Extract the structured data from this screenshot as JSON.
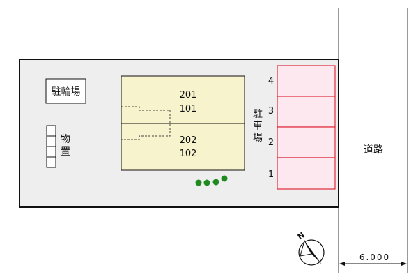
{
  "labels": {
    "bicycle_parking": "駐輪場",
    "storage_chars": [
      "物",
      "置"
    ],
    "parking_chars": [
      "駐",
      "車",
      "場"
    ],
    "road": "道路",
    "road_width": "6.000",
    "north": "N"
  },
  "building": {
    "units_upper": [
      "201",
      "101"
    ],
    "units_lower": [
      "202",
      "102"
    ]
  },
  "parking_spaces": [
    "4",
    "3",
    "2",
    "1"
  ],
  "colors": {
    "lot_fill": "#eeeeee",
    "building_fill": "#f7f4cd",
    "parking_fill": "#fde8ef",
    "parking_stroke": "#e0293a",
    "shrub": "#1f8a1f"
  }
}
